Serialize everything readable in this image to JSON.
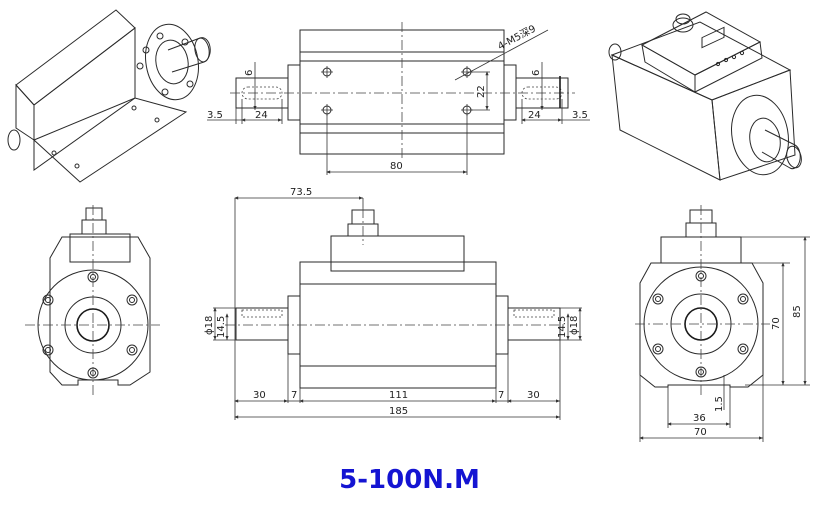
{
  "title": {
    "text": "5-100N.M",
    "color": "#1414d2"
  },
  "views": {
    "iso_left": {
      "label": "isometric view (flange side)"
    },
    "top": {
      "dims": {
        "key_width_left": "6",
        "key_length_left": "24",
        "shaft_end_left": "3.5",
        "hole_callout": "4-M5深9",
        "hole_spacing_v": "22",
        "hole_spacing_h": "80",
        "key_width_right": "6",
        "key_length_right": "24",
        "shaft_end_right": "3.5"
      }
    },
    "iso_right": {
      "label": "isometric view (connector & display)"
    },
    "front_left": {
      "label": "end view"
    },
    "side": {
      "dims": {
        "connector_offset": "73.5",
        "shaft_dia_left": "ϕ18",
        "key_depth_left": "14.5",
        "shaft_len_left": "30",
        "flange_left": "7",
        "body_len": "111",
        "flange_right": "7",
        "shaft_len_right": "30",
        "overall_len": "185",
        "shaft_dia_right": "ϕ18",
        "key_depth_right": "14.5"
      }
    },
    "front_right": {
      "dims": {
        "overall_height": "85",
        "body_height": "70",
        "base_width": "36",
        "base_height": "1.5",
        "overall_width": "70"
      }
    }
  }
}
